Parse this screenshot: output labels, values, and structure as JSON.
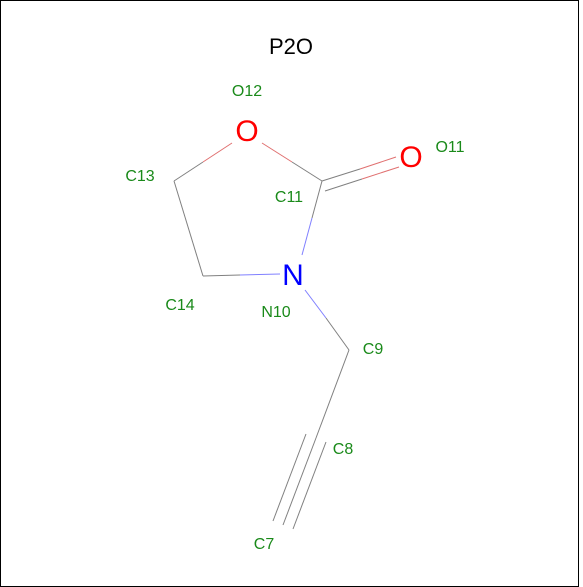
{
  "title": "P2O",
  "colors": {
    "label": "#1a8a1a",
    "oxygen": "#ff0000",
    "nitrogen": "#0000ff",
    "carbon_bond": "#808080",
    "oxygen_bond": "#e07070",
    "nitrogen_bond": "#8080ff",
    "border": "#000000"
  },
  "atoms": {
    "O12": {
      "label": "O12",
      "symbol": "O"
    },
    "O11": {
      "label": "O11",
      "symbol": "O"
    },
    "C13": {
      "label": "C13"
    },
    "C11": {
      "label": "C11"
    },
    "N10": {
      "label": "N10",
      "symbol": "N"
    },
    "C14": {
      "label": "C14"
    },
    "C9": {
      "label": "C9"
    },
    "C8": {
      "label": "C8"
    },
    "C7": {
      "label": "C7"
    }
  },
  "bonds": [
    {
      "from": "O12",
      "to": "C11",
      "order": 1
    },
    {
      "from": "O12",
      "to": "C13",
      "order": 1
    },
    {
      "from": "C11",
      "to": "O11",
      "order": 2
    },
    {
      "from": "C11",
      "to": "N10",
      "order": 1
    },
    {
      "from": "C13",
      "to": "C14",
      "order": 1
    },
    {
      "from": "C14",
      "to": "N10",
      "order": 1
    },
    {
      "from": "N10",
      "to": "C9",
      "order": 1
    },
    {
      "from": "C9",
      "to": "C8",
      "order": 1
    },
    {
      "from": "C8",
      "to": "C7",
      "order": 3
    }
  ]
}
